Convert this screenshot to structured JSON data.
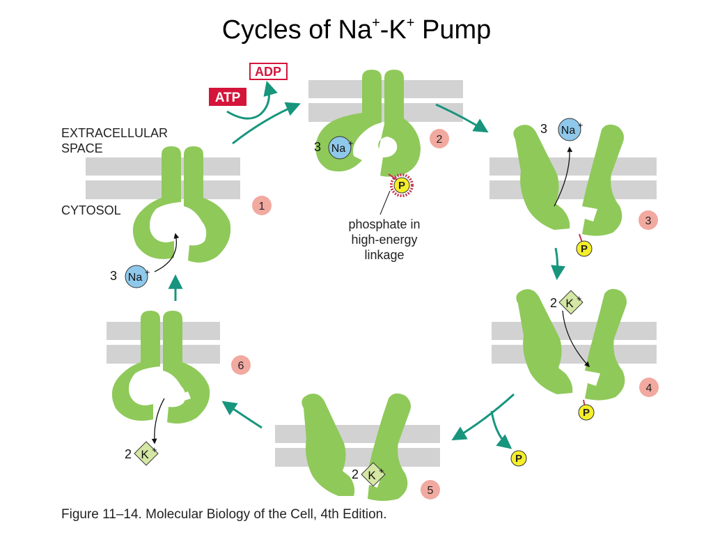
{
  "title": {
    "main": "Cycles of Na",
    "sup1": "+",
    "mid": "-K",
    "sup2": "+",
    "end": " Pump"
  },
  "labels": {
    "extracellular_line1": "EXTRACELLULAR",
    "extracellular_line2": "SPACE",
    "cytosol": "CYTOSOL",
    "atp": "ATP",
    "adp": "ADP",
    "phosphate_note_line1": "phosphate in",
    "phosphate_note_line2": "high-energy",
    "phosphate_note_line3": "linkage",
    "p": "P",
    "na_count": "3",
    "na_ion": "Na",
    "ion_charge": "+",
    "k_count": "2",
    "k_ion": "K"
  },
  "steps": [
    "1",
    "2",
    "3",
    "4",
    "5",
    "6"
  ],
  "caption": "Figure 11–14. Molecular Biology of the Cell, 4th Edition.",
  "colors": {
    "protein": "#8fc95a",
    "membrane": "#d2d2d2",
    "arrow": "#17957d",
    "na": "#8ec8ea",
    "k": "#d5e7a4",
    "phosphate": "#f5ee2a",
    "step_badge": "#f1a9a0",
    "atp": "#d4143a",
    "adp": "#d4143a"
  }
}
